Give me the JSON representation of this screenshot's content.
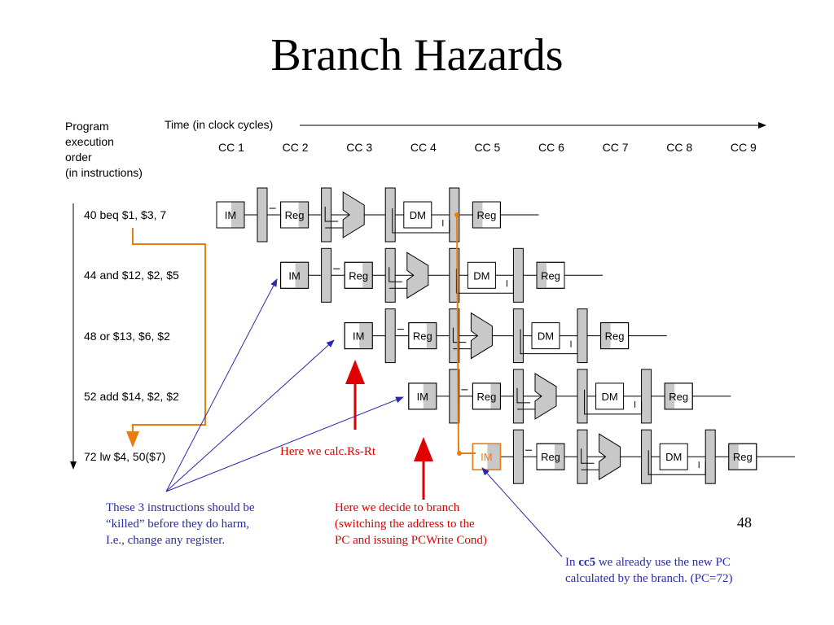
{
  "title": "Branch Hazards",
  "program_label": [
    "Program",
    "execution",
    "order",
    "(in instructions)"
  ],
  "time_label": "Time (in clock cycles)",
  "clock_cycles": [
    "CC 1",
    "CC 2",
    "CC 3",
    "CC 4",
    "CC 5",
    "CC 6",
    "CC 7",
    "CC 8",
    "CC 9"
  ],
  "instructions": [
    "40 beq $1, $3, 7",
    "44 and $12, $2, $5",
    "48 or $13, $6, $2",
    "52 add $14, $2, $2",
    "72 lw $4, 50($7)"
  ],
  "stages": {
    "im": "IM",
    "reg": "Reg",
    "dm": "DM"
  },
  "annotations": {
    "calc": "Here we calc.Rs-Rt",
    "decide": [
      "Here we decide to branch",
      "(switching the address to the",
      "PC and issuing PCWrite Cond)"
    ],
    "killed": [
      "These 3 instructions should be",
      "“killed” before they do harm,",
      "I.e., change any register."
    ],
    "cc5_prefix": "In ",
    "cc5_bold": "cc5",
    "cc5_rest": " we already use the new PC",
    "cc5_line2": "calculated by the branch. (PC=72)"
  },
  "page_number": "48",
  "colors": {
    "orange": "#e87d10",
    "blue": "#2b2ba8",
    "red": "#e00000",
    "stage_gray": "#c8c8c8"
  }
}
